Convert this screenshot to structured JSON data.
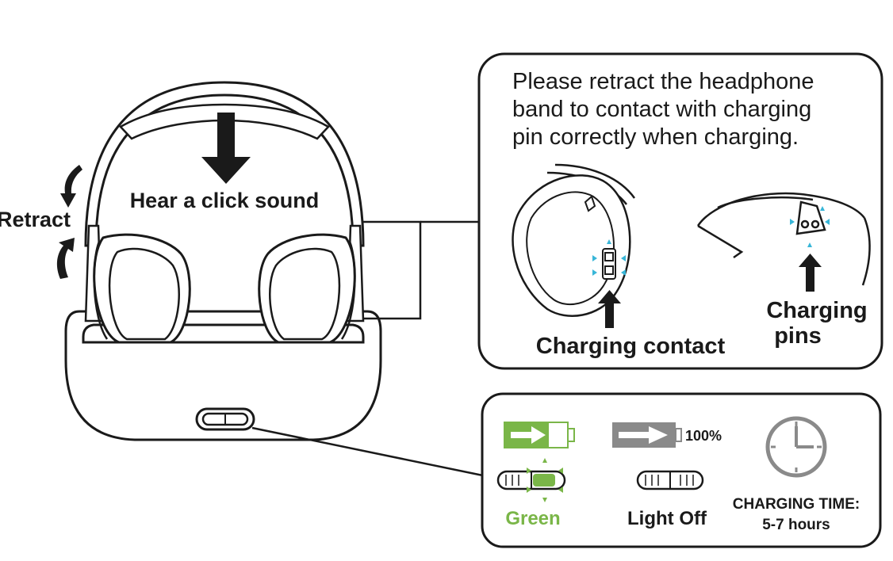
{
  "labels": {
    "retract": "Retract",
    "click": "Hear a click sound",
    "note_line1": "Please retract the headphone",
    "note_line2": "band to contact with charging",
    "note_line3": "pin correctly when charging.",
    "charging_contact": "Charging contact",
    "charging_pins_line1": "Charging",
    "charging_pins_line2": "pins",
    "percent": "100%",
    "green": "Green",
    "light_off": "Light Off",
    "charging_time_line1": "CHARGING TIME:",
    "charging_time_line2": "5-7 hours"
  },
  "colors": {
    "ink": "#1a1a1a",
    "green": "#7ab648",
    "gray": "#8a8a8a",
    "cyan": "#38b6d8"
  },
  "icons": [
    "headphone-icon",
    "charging-base-icon",
    "battery-charging-icon",
    "battery-full-icon",
    "led-indicator-icon",
    "clock-icon",
    "arrow-down-icon",
    "arrow-up-icon",
    "curved-arrow-icon"
  ]
}
